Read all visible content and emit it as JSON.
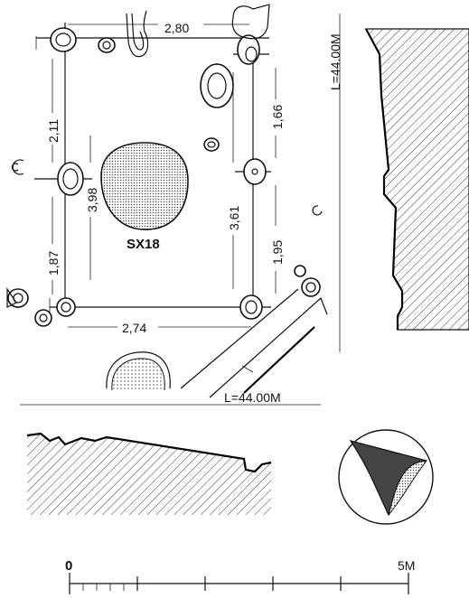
{
  "feature_label": "SX18",
  "dimensions": {
    "top": "2,80",
    "bottom": "2,74",
    "left_upper": "2,11",
    "left_lower": "1,87",
    "right_upper": "1,66",
    "right_lower": "1,95",
    "inner_left": "3,98",
    "inner_right": "3,61"
  },
  "elevation_right": "L=44.00M",
  "elevation_bottom": "L=44.00M",
  "scale": {
    "start": "0",
    "end": "5M"
  },
  "colors": {
    "ink": "#111111",
    "stipple": "#555555"
  }
}
